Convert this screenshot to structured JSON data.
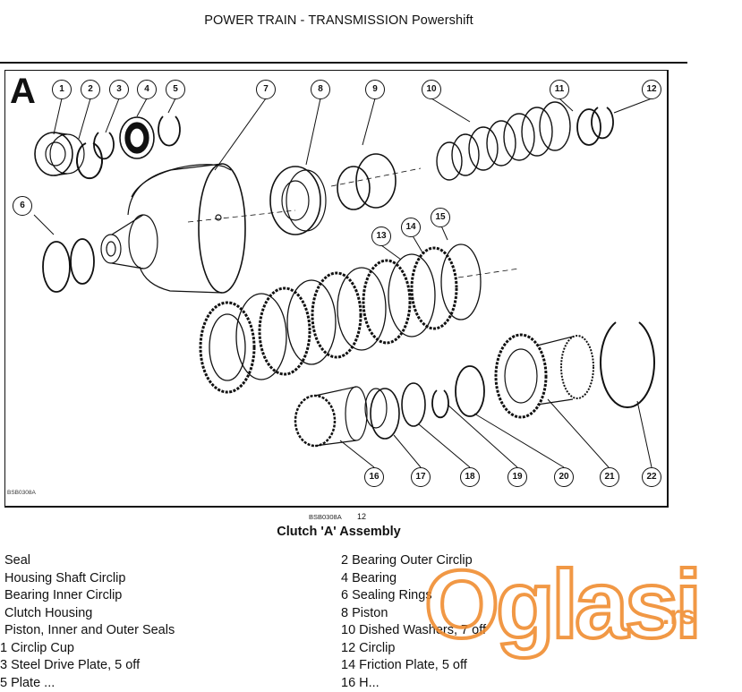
{
  "page": {
    "title": "POWER TRAIN - TRANSMISSION Powershift",
    "figure_letter": "A",
    "figure_code_left": "BSB0308A",
    "figure_code": "BSB0308A",
    "page_number": "12",
    "caption": "Clutch 'A' Assembly"
  },
  "callouts": [
    "1",
    "2",
    "3",
    "4",
    "5",
    "6",
    "7",
    "8",
    "9",
    "10",
    "11",
    "12",
    "13",
    "14",
    "15",
    "16",
    "17",
    "18",
    "19",
    "20",
    "21",
    "22"
  ],
  "legend": {
    "left": [
      "Seal",
      "Housing Shaft Circlip",
      "Bearing Inner Circlip",
      "Clutch Housing",
      "Piston, Inner and Outer Seals",
      "1 Circlip Cup",
      "3 Steel Drive Plate, 5 off",
      "5 Plate ..."
    ],
    "right": [
      "2 Bearing Outer Circlip",
      "4 Bearing",
      "6 Sealing Rings",
      "8 Piston",
      "10 Dished Washers, 7 off",
      "12 Circlip",
      "14 Friction Plate, 5 off",
      "16 H..."
    ]
  },
  "watermark": {
    "text": "Oglasi",
    "suffix": ".rs",
    "color": "#f08a2c"
  },
  "colors": {
    "line": "#111111",
    "paper": "#ffffff"
  }
}
